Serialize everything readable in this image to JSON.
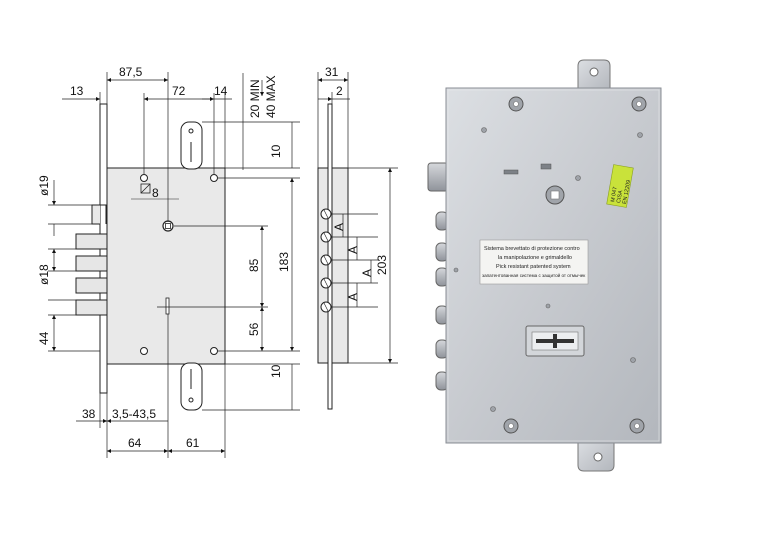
{
  "front_view": {
    "dims_top": {
      "d87_5": "87,5",
      "d72": "72",
      "d14": "14",
      "d13": "13"
    },
    "dims_vertical_top": {
      "min20": "20 MIN",
      "max40": "40 MAX"
    },
    "dims_right": {
      "d10_top": "10",
      "d183": "183",
      "d85": "85",
      "d56": "56",
      "d10_bottom": "10"
    },
    "dims_left": {
      "dia19": "ø19",
      "dia18": "ø18",
      "d44": "44"
    },
    "dims_bottom": {
      "d38": "38",
      "d3_5_43_5": "3,5-43,5",
      "d64": "64",
      "d61": "61"
    },
    "center_symbol": "8"
  },
  "side_view": {
    "dims_top": {
      "d31": "31",
      "d2": "2"
    },
    "dims_right": {
      "d203": "203"
    },
    "bolt_markers": [
      "A",
      "A",
      "A",
      "A"
    ]
  },
  "photo": {
    "label_lines": [
      "Sistema brevettato di protezione contro",
      "la manipolazione e grimaldello",
      "Pick resistant patented system",
      "запатентованная система с защитой от отмычек"
    ],
    "sticker_lines": [
      "M 047",
      "CISA",
      "EN 12209"
    ],
    "colors": {
      "plate": "#c9ccd1",
      "sticker": "#c9e23a",
      "bolt": "#b9bcc2"
    }
  }
}
